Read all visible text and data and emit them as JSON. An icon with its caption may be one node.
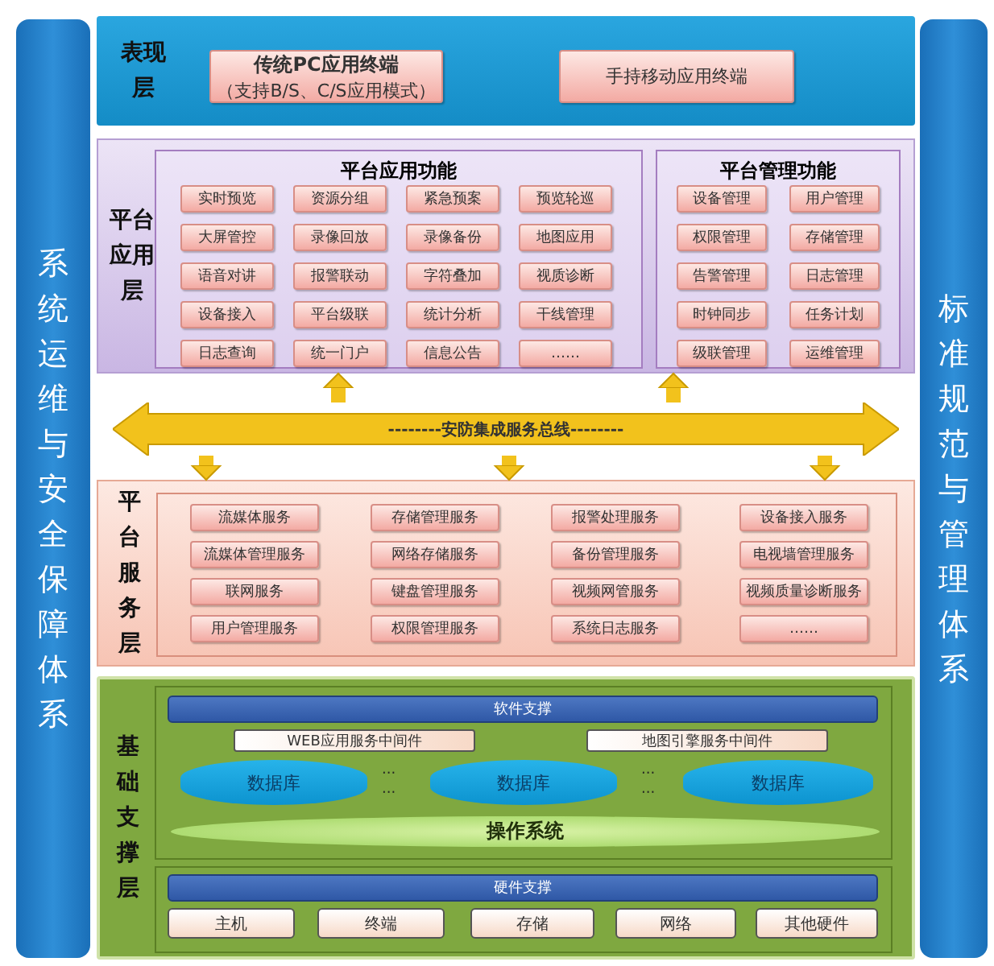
{
  "diagram": {
    "nodes": [
      {
        "text": [
          "系统运维与安全保障体系"
        ]
      },
      {
        "text": [
          "表现层"
        ]
      },
      {
        "text": [
          "传统PC应用终端",
          "（支持B/S、C/S应用模式）"
        ],
        "in": 1
      },
      {
        "text": [
          "手持移动应用终端"
        ],
        "in": 1
      },
      {
        "text": [
          "平台应用层"
        ]
      },
      {
        "text": [
          "平台应用功能"
        ],
        "in": 4
      },
      {
        "text": [
          "实时预览"
        ],
        "in": 5
      },
      {
        "text": [
          "资源分组"
        ],
        "in": 5
      },
      {
        "text": [
          "紧急预案"
        ],
        "in": 5
      },
      {
        "text": [
          "预览轮巡"
        ],
        "in": 5
      },
      {
        "text": [
          "大屏管控"
        ],
        "in": 5
      },
      {
        "text": [
          "录像回放"
        ],
        "in": 5
      },
      {
        "text": [
          "录像备份"
        ],
        "in": 5
      },
      {
        "text": [
          "地图应用"
        ],
        "in": 5
      },
      {
        "text": [
          "语音对讲"
        ],
        "in": 5
      },
      {
        "text": [
          "报警联动"
        ],
        "in": 5
      },
      {
        "text": [
          "字符叠加"
        ],
        "in": 5
      },
      {
        "text": [
          "视质诊断"
        ],
        "in": 5
      },
      {
        "text": [
          "设备接入"
        ],
        "in": 5
      },
      {
        "text": [
          "平台级联"
        ],
        "in": 5
      },
      {
        "text": [
          "统计分析"
        ],
        "in": 5
      },
      {
        "text": [
          "干线管理"
        ],
        "in": 5
      },
      {
        "text": [
          "日志查询"
        ],
        "in": 5
      },
      {
        "text": [
          "统一门户"
        ],
        "in": 5
      },
      {
        "text": [
          "信息公告"
        ],
        "in": 5
      },
      {
        "text": [
          "……"
        ],
        "in": 5
      },
      {
        "text": [
          "平台管理功能"
        ],
        "in": 4
      },
      {
        "text": [
          "设备管理"
        ],
        "in": 26
      },
      {
        "text": [
          "用户管理"
        ],
        "in": 26
      },
      {
        "text": [
          "权限管理"
        ],
        "in": 26
      },
      {
        "text": [
          "存储管理"
        ],
        "in": 26
      },
      {
        "text": [
          "告警管理"
        ],
        "in": 26
      },
      {
        "text": [
          "日志管理"
        ],
        "in": 26
      },
      {
        "text": [
          "时钟同步"
        ],
        "in": 26
      },
      {
        "text": [
          "任务计划"
        ],
        "in": 26
      },
      {
        "text": [
          "级联管理"
        ],
        "in": 26
      },
      {
        "text": [
          "运维管理"
        ],
        "in": 26
      },
      {
        "text": [
          "--------安防集成服务总线--------"
        ]
      },
      {
        "text": [
          "平台服务层"
        ]
      },
      {
        "text": [
          "流媒体服务"
        ],
        "in": 38
      },
      {
        "text": [
          "存储管理服务"
        ],
        "in": 38
      },
      {
        "text": [
          "报警处理服务"
        ],
        "in": 38
      },
      {
        "text": [
          "设备接入服务"
        ],
        "in": 38
      },
      {
        "text": [
          "流媒体管理服务"
        ],
        "in": 38
      },
      {
        "text": [
          "网络存储服务"
        ],
        "in": 38
      },
      {
        "text": [
          "备份管理服务"
        ],
        "in": 38
      },
      {
        "text": [
          "电视墙管理服务"
        ],
        "in": 38
      },
      {
        "text": [
          "联网服务"
        ],
        "in": 38
      },
      {
        "text": [
          "键盘管理服务"
        ],
        "in": 38
      },
      {
        "text": [
          "视频网管服务"
        ],
        "in": 38
      },
      {
        "text": [
          "视频质量诊断服务"
        ],
        "in": 38
      },
      {
        "text": [
          "用户管理服务"
        ],
        "in": 38
      },
      {
        "text": [
          "权限管理服务"
        ],
        "in": 38
      },
      {
        "text": [
          "系统日志服务"
        ],
        "in": 38
      },
      {
        "text": [
          "……"
        ],
        "in": 38
      },
      {
        "text": [
          "基础支撑层"
        ]
      },
      {
        "text": [
          "软件支撑"
        ],
        "in": 55
      },
      {
        "text": [
          "WEB应用服务中间件"
        ],
        "in": 55
      },
      {
        "text": [
          "地图引擎服务中间件"
        ],
        "in": 55
      },
      {
        "text": [
          "数据库"
        ],
        "in": 55
      },
      {
        "text": [
          "数据库"
        ],
        "in": 55
      },
      {
        "text": [
          "数据库"
        ],
        "in": 55
      },
      {
        "text": [
          "操作系统"
        ],
        "in": 55
      },
      {
        "text": [
          "硬件支撑"
        ],
        "in": 55
      },
      {
        "text": [
          "主机"
        ],
        "in": 55
      },
      {
        "text": [
          "终端"
        ],
        "in": 55
      },
      {
        "text": [
          "存储"
        ],
        "in": 55
      },
      {
        "text": [
          "网络"
        ],
        "in": 55
      },
      {
        "text": [
          "其他硬件"
        ],
        "in": 55
      },
      {
        "text": [
          "标准规范与管理体系"
        ]
      }
    ],
    "edges": [
      {
        "from": 37,
        "to": 4,
        "arrow": "to"
      },
      {
        "from": 37,
        "to": 4,
        "arrow": "to"
      },
      {
        "from": 37,
        "to": 38,
        "arrow": "to"
      },
      {
        "from": 37,
        "to": 38,
        "arrow": "to"
      },
      {
        "from": 37,
        "to": 38,
        "arrow": "to"
      }
    ],
    "labels": [
      "···",
      "···",
      "···",
      "···"
    ]
  }
}
